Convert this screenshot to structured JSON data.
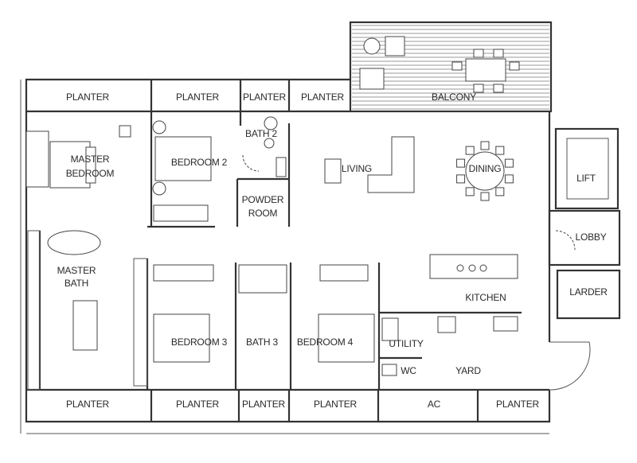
{
  "plan": {
    "top_planters": [
      "PLANTER",
      "PLANTER",
      "PLANTER",
      "PLANTER"
    ],
    "balcony": "BALCONY",
    "master_bedroom": [
      "MASTER",
      "BEDROOM"
    ],
    "bedroom2": "BEDROOM 2",
    "bath2": "BATH 2",
    "powder_room": [
      "POWDER",
      "ROOM"
    ],
    "living": "LIVING",
    "dining": "DINING",
    "lift": "LIFT",
    "lobby": "LOBBY",
    "larder": "LARDER",
    "kitchen": "KITCHEN",
    "master_bath": [
      "MASTER",
      "BATH"
    ],
    "bedroom3": "BEDROOM 3",
    "bath3": "BATH 3",
    "bedroom4": "BEDROOM 4",
    "utility": "UTILITY",
    "wc": "WC",
    "yard": "YARD",
    "bottom_planters": [
      "PLANTER",
      "PLANTER",
      "PLANTER",
      "PLANTER"
    ],
    "ac": "AC",
    "bottom_planter_right": "PLANTER"
  }
}
